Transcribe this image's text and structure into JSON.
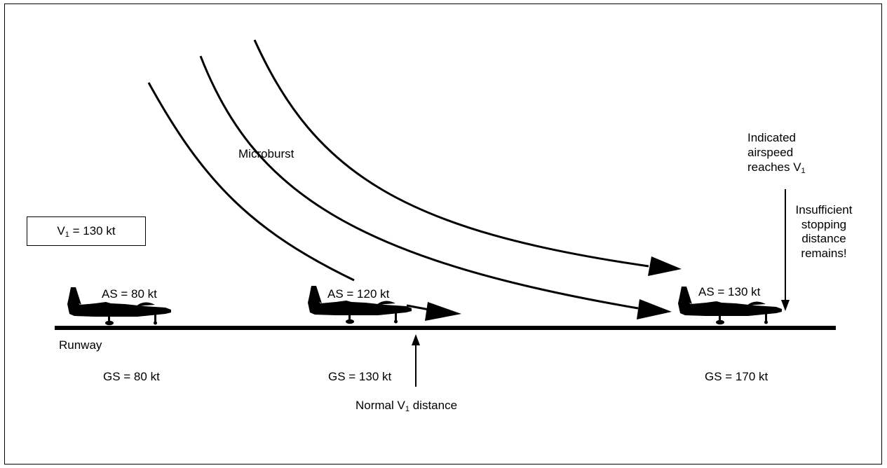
{
  "labels": {
    "microburst": "Microburst",
    "v1_box": {
      "prefix": "V",
      "sub": "1",
      "suffix": " = 130 kt"
    },
    "indicated": {
      "line1": "Indicated",
      "line2": "airspeed",
      "line3_prefix": "reaches V",
      "line3_sub": "1"
    },
    "insufficient": {
      "line1": "Insufficient",
      "line2": "stopping",
      "line3": "distance",
      "line4": "remains!"
    },
    "runway": "Runway",
    "normal_v1": {
      "prefix": "Normal V",
      "sub": "1",
      "suffix": " distance"
    },
    "aircraft": [
      {
        "as": "AS = 80 kt",
        "gs": "GS = 80 kt"
      },
      {
        "as": "AS = 120 kt",
        "gs": "GS = 130 kt"
      },
      {
        "as": "AS = 130 kt",
        "gs": "GS = 170 kt"
      }
    ]
  },
  "icons": [
    "microburst-flow-arrow",
    "jet-aircraft-icon",
    "pointer-arrow"
  ],
  "colors": {
    "ink": "#000000",
    "background": "#ffffff"
  }
}
